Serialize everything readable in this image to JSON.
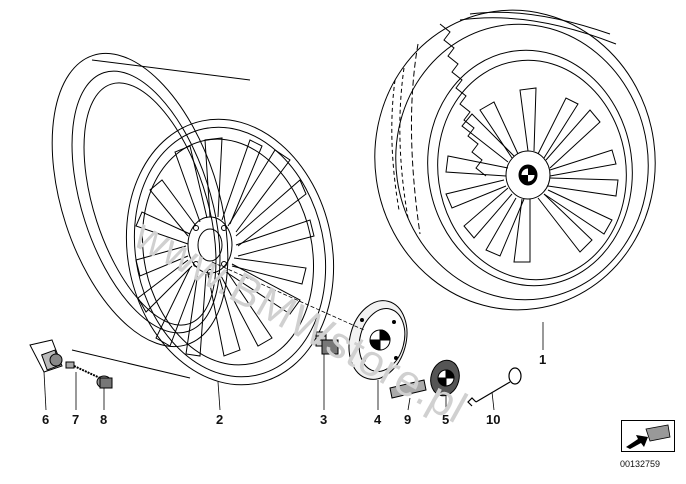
{
  "diagram": {
    "watermark": "www.BMWstore.pl",
    "doc_id": "00132759",
    "callouts": [
      {
        "id": "c6",
        "label": "6"
      },
      {
        "id": "c7",
        "label": "7"
      },
      {
        "id": "c8",
        "label": "8"
      },
      {
        "id": "c2",
        "label": "2"
      },
      {
        "id": "c3",
        "label": "3"
      },
      {
        "id": "c4",
        "label": "4"
      },
      {
        "id": "c9",
        "label": "9"
      },
      {
        "id": "c5",
        "label": "5"
      },
      {
        "id": "c10",
        "label": "10"
      },
      {
        "id": "c1",
        "label": "1"
      }
    ],
    "icons": {
      "rim": "alloy-rim-icon",
      "wheel": "complete-wheel-icon",
      "valve": "valve-stem-icon",
      "bolt": "wheel-bolt-icon",
      "hubcap": "hub-cap-icon",
      "emblem": "bmw-emblem-icon",
      "badge": "badge-plate-icon",
      "tool": "removal-hook-icon",
      "nav": "next-page-arrow-icon"
    }
  }
}
